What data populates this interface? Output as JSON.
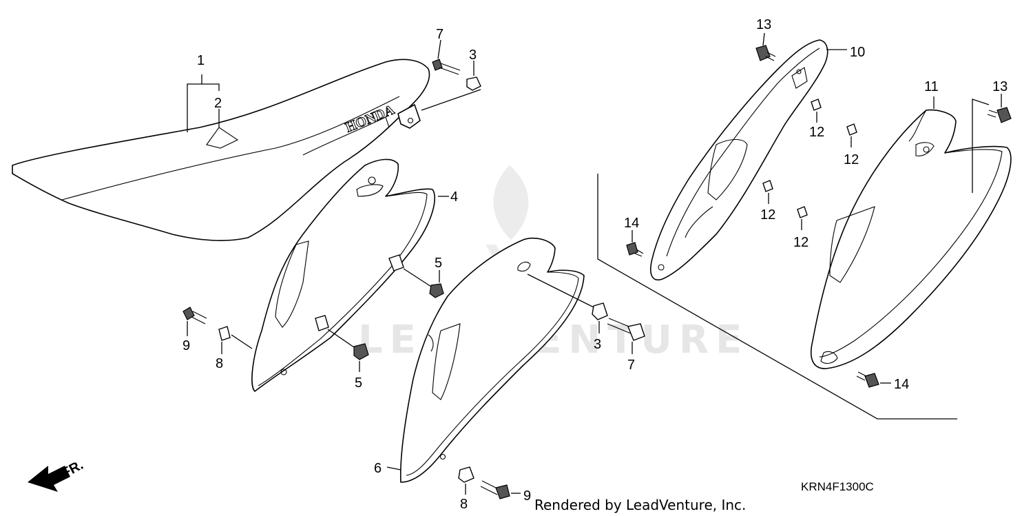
{
  "diagram": {
    "watermark": "LEADVENTURE",
    "brand_on_seat": "HONDA",
    "direction_label": "FR.",
    "diagram_code": "KRN4F1300C",
    "credit": "Rendered by LeadVenture, Inc."
  },
  "callouts": {
    "c1": "1",
    "c2": "2",
    "c3a": "3",
    "c3b": "3",
    "c4": "4",
    "c5a": "5",
    "c5b": "5",
    "c6": "6",
    "c7a": "7",
    "c7b": "7",
    "c8a": "8",
    "c8b": "8",
    "c9a": "9",
    "c9b": "9",
    "c10": "10",
    "c11": "11",
    "c12a": "12",
    "c12b": "12",
    "c12c": "12",
    "c12d": "12",
    "c13a": "13",
    "c13b": "13",
    "c14a": "14",
    "c14b": "14"
  }
}
